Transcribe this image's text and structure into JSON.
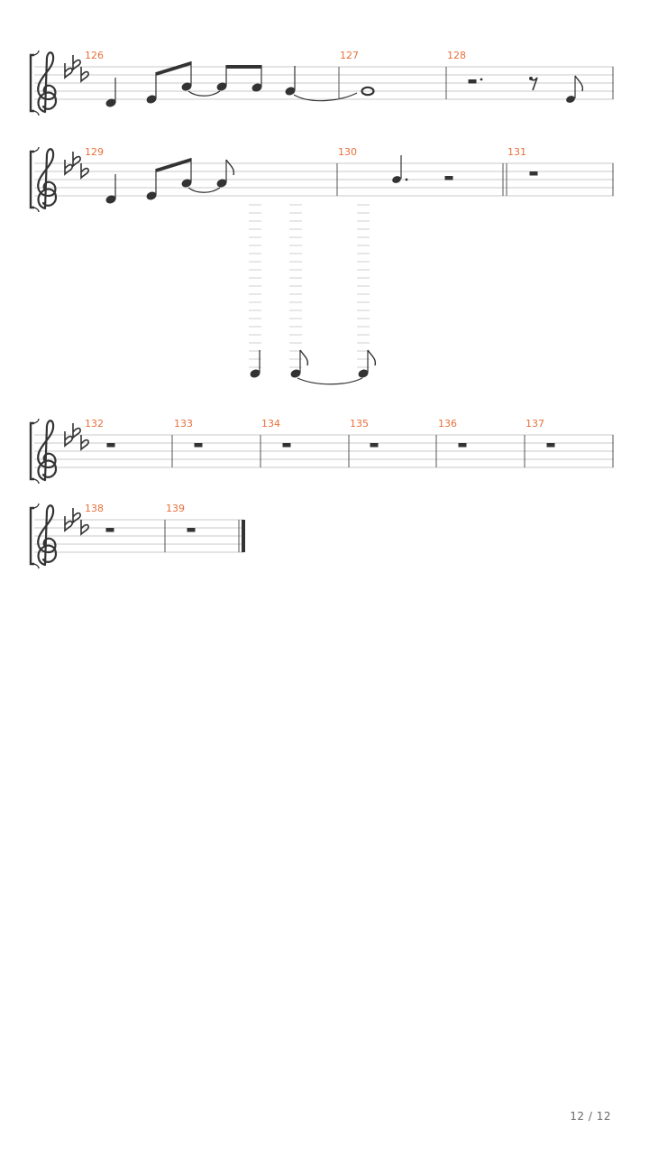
{
  "score": {
    "key_signature": "E-flat major (3 flats)",
    "clef": "treble",
    "systems": [
      {
        "measures": [
          "126",
          "127",
          "128"
        ]
      },
      {
        "measures": [
          "129",
          "130",
          "131"
        ]
      },
      {
        "measures": [
          "132",
          "133",
          "134",
          "135",
          "136",
          "137"
        ]
      },
      {
        "measures": [
          "138",
          "139"
        ]
      }
    ]
  },
  "footer": {
    "page_indicator": "12 / 12"
  },
  "colors": {
    "measure_number": "#e8703a",
    "notes": "#333333",
    "staff_lines": "#c8c8c8"
  }
}
